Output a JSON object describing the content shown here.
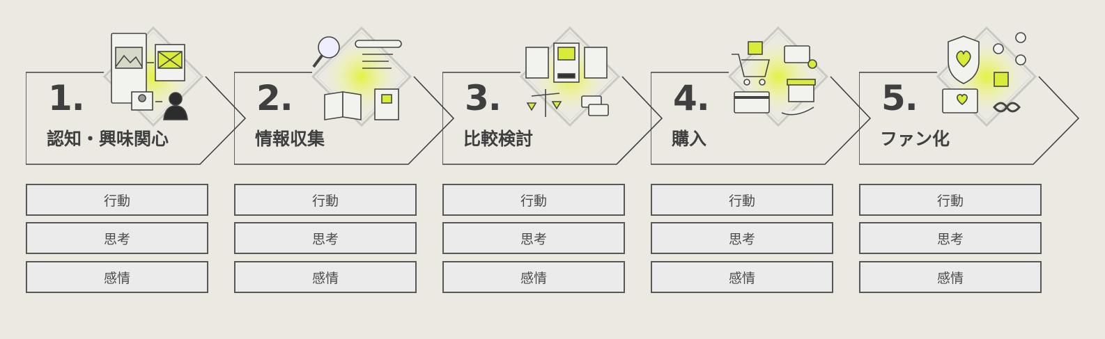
{
  "stages": [
    {
      "number": "1.",
      "title": "認知・興味関心",
      "icon": "social-media-feed-to-user-icon",
      "rows": [
        "行動",
        "思考",
        "感情"
      ]
    },
    {
      "number": "2.",
      "title": "情報収集",
      "icon": "search-and-documents-icon",
      "rows": [
        "行動",
        "思考",
        "感情"
      ]
    },
    {
      "number": "3.",
      "title": "比較検討",
      "icon": "compare-products-scale-icon",
      "rows": [
        "行動",
        "思考",
        "感情"
      ]
    },
    {
      "number": "4.",
      "title": "購入",
      "icon": "cart-card-store-icon",
      "rows": [
        "行動",
        "思考",
        "感情"
      ]
    },
    {
      "number": "5.",
      "title": "ファン化",
      "icon": "shield-heart-share-icon",
      "rows": [
        "行動",
        "思考",
        "感情"
      ]
    }
  ],
  "colors": {
    "background": "#ebe9e2",
    "accent": "#d9ec3a",
    "stroke": "#3f3f3f",
    "box_fill": "#ebebeb"
  }
}
